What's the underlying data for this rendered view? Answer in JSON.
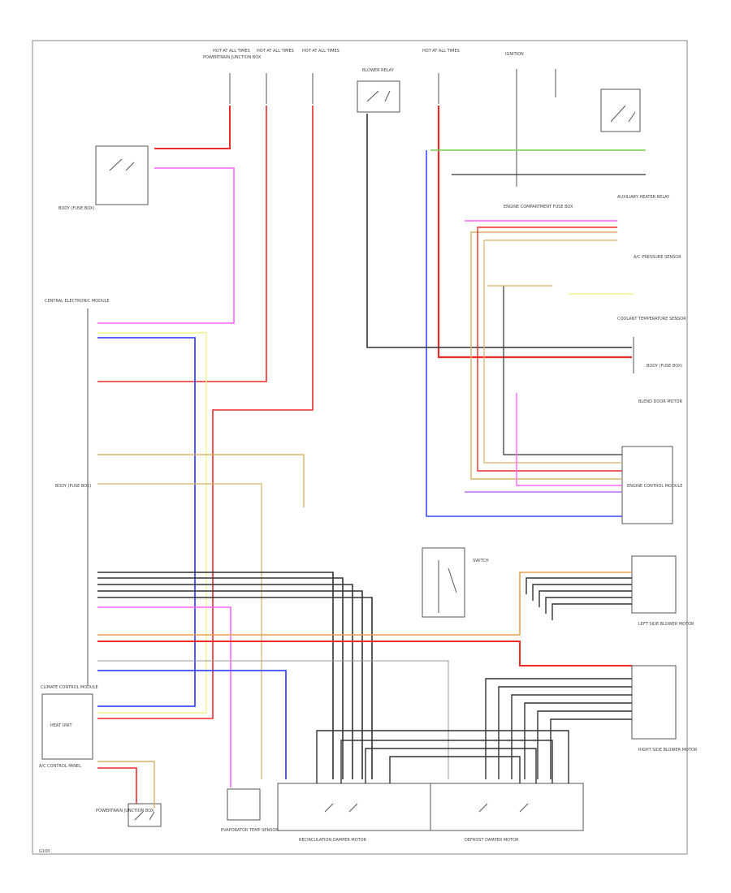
{
  "colors": {
    "red": "#ee2b2b",
    "pink": "#ff66ff",
    "blue": "#3d4cff",
    "yellow": "#f2f28c",
    "orange": "#e8a050",
    "tan": "#d9b26a",
    "green": "#6fcf4f",
    "black": "#333333",
    "gray": "#999999",
    "violet": "#c36cff"
  },
  "labels": {
    "fuse_top1": "HOT AT ALL TIMES",
    "fuse_top2": "HOT AT ALL TIMES",
    "fuse_top3": "HOT AT ALL TIMES",
    "ignition": "IGNITION",
    "powertrain": "POWERTRAIN JUNCTION BOX",
    "module_left_top": "BODY (FUSE BOX)",
    "central_module": "CENTRAL ELECTRONIC MODULE",
    "module_left_mid": "BODY (FUSE BOX)",
    "climate_ctrl": "CLIMATE CONTROL MODULE",
    "climate_small": "HEAT UNIT",
    "ac_ctrl": "A/C CONTROL PANEL",
    "aux_heater": "AUXILIARY HEATER RELAY",
    "engine_comp": "ENGINE COMPARTMENT FUSE BOX",
    "ac_pressure": "A/C PRESSURE SENSOR",
    "coolant": "COOLANT TEMPERATURE SENSOR",
    "eng_ctrl": "ENGINE CONTROL MODULE",
    "blend_motor": "BLEND DOOR MOTOR",
    "blower_left": "LEFT SIDE BLOWER MOTOR",
    "blower_right": "RIGHT SIDE BLOWER MOTOR",
    "recirc": "RECIRCULATION DAMPER MOTOR",
    "defrost": "DEFROST DAMPER MOTOR",
    "evap_sensor": "EVAPORATOR TEMP SENSOR",
    "relay_small": "BLOWER RELAY",
    "switch_low": "SWITCH",
    "ground": "G100"
  }
}
